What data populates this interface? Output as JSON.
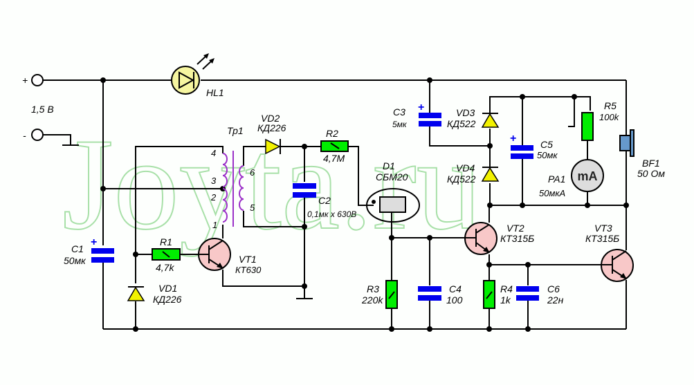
{
  "watermark": "Joyta.ru",
  "power": {
    "plus": "+",
    "minus": "-",
    "voltage": "1,5 В"
  },
  "components": {
    "HL1": {
      "ref": "HL1"
    },
    "Tp1": {
      "ref": "Тр1",
      "pins": [
        "1",
        "2",
        "3",
        "4",
        "5",
        "6"
      ]
    },
    "VD2": {
      "ref": "VD2",
      "value": "КД226"
    },
    "R2": {
      "ref": "R2",
      "value": "4,7М"
    },
    "C2": {
      "ref": "C2",
      "value": "0,1мк х 630В"
    },
    "D1": {
      "ref": "D1",
      "value": "СБМ20"
    },
    "C1": {
      "ref": "C1",
      "value": "50мк"
    },
    "R1": {
      "ref": "R1",
      "value": "4,7k"
    },
    "VT1": {
      "ref": "VT1",
      "value": "КТ630"
    },
    "VD1": {
      "ref": "VD1",
      "value": "КД226"
    },
    "C3": {
      "ref": "C3",
      "value": "5мк"
    },
    "VD3": {
      "ref": "VD3",
      "value": "КД522"
    },
    "VD4": {
      "ref": "VD4",
      "value": "КД522"
    },
    "C5": {
      "ref": "C5",
      "value": "50мк"
    },
    "R5": {
      "ref": "R5",
      "value": "100k"
    },
    "PA1": {
      "ref": "PA1",
      "value": "50мкА",
      "face": "mA"
    },
    "BF1": {
      "ref": "BF1",
      "value": "50 Ом"
    },
    "VT2": {
      "ref": "VT2",
      "value": "КТ315Б"
    },
    "VT3": {
      "ref": "VT3",
      "value": "КТ315Б"
    },
    "R3": {
      "ref": "R3",
      "value": "220k"
    },
    "C4": {
      "ref": "C4",
      "value": "100"
    },
    "R4": {
      "ref": "R4",
      "value": "1k"
    },
    "C6": {
      "ref": "C6",
      "value": "22н"
    }
  },
  "colors": {
    "wire": "#000000",
    "capacitor": "#0000ee",
    "resistor": "#00ee00",
    "diode": "#f2f200",
    "transistor": "#f8c8c8",
    "coil": "#9b30c8",
    "watermark": "#a8e0a8"
  }
}
